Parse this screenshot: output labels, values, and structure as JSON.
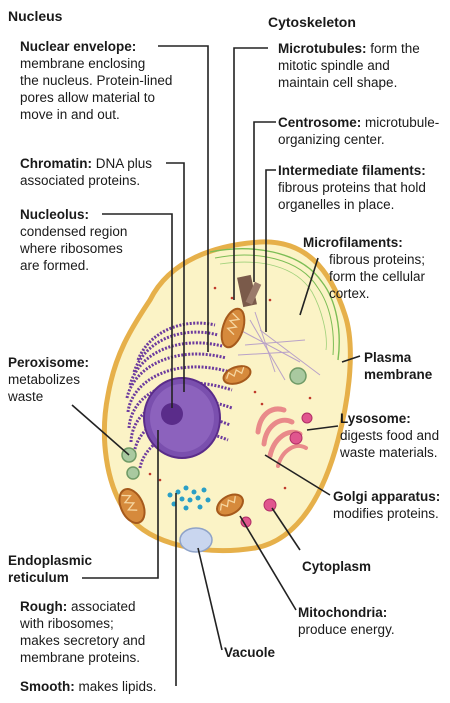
{
  "sections": {
    "nucleus": "Nucleus",
    "cytoskeleton": "Cytoskeleton"
  },
  "labels": {
    "nuclear_envelope": {
      "term": "Nuclear envelope:",
      "l1": "membrane enclosing",
      "l2": "the nucleus. Protein-lined",
      "l3": "pores allow material to",
      "l4": "move in and out."
    },
    "chromatin": {
      "term": "Chromatin:",
      "desc": "DNA plus",
      "l2": "associated proteins."
    },
    "nucleolus": {
      "term": "Nucleolus:",
      "l1": "condensed region",
      "l2": "where ribosomes",
      "l3": "are formed."
    },
    "peroxisome": {
      "term": "Peroxisome:",
      "l1": "metabolizes",
      "l2": "waste"
    },
    "er": {
      "term1": "Endoplasmic",
      "term2": "reticulum"
    },
    "rough": {
      "term": "Rough:",
      "desc": "associated",
      "l2": "with ribosomes;",
      "l3": "makes secretory and",
      "l4": "membrane proteins."
    },
    "smooth": {
      "term": "Smooth:",
      "desc": "makes lipids."
    },
    "microtubules": {
      "term": "Microtubules:",
      "desc": "form the",
      "l2": "mitotic spindle and",
      "l3": "maintain cell shape."
    },
    "centrosome": {
      "term": "Centrosome:",
      "desc": "microtubule-",
      "l2": "organizing center."
    },
    "intermediate": {
      "term": "Intermediate filaments:",
      "l1": "fibrous proteins that hold",
      "l2": "organelles in place."
    },
    "microfilaments": {
      "term": "Microfilaments:",
      "l1": "fibrous proteins;",
      "l2": "form the cellular",
      "l3": "cortex."
    },
    "plasma": {
      "term1": "Plasma",
      "term2": "membrane"
    },
    "lysosome": {
      "term": "Lysosome:",
      "l1": "digests food and",
      "l2": "waste materials."
    },
    "golgi": {
      "term": "Golgi apparatus:",
      "l1": "modifies proteins."
    },
    "cytoplasm": {
      "term": "Cytoplasm"
    },
    "mitochondria": {
      "term": "Mitochondria:",
      "l1": "produce energy."
    },
    "vacuole": {
      "term": "Vacuole"
    }
  },
  "colors": {
    "cell_fill": "#fbf3c6",
    "cell_edge": "#e6b04a",
    "nucleus": "#7a4fae",
    "nucleolus": "#5a2c8a",
    "rough_er": "#6c3a9e",
    "ribosome": "#2a9fc6",
    "mitochondria": "#d68a3c",
    "golgi": "#e98a8a",
    "lysosome": "#e0568e",
    "peroxisome": "#a9c9a0",
    "vacuole": "#c9d6ef",
    "filament": "#7cbd55",
    "leader": "#222222"
  }
}
